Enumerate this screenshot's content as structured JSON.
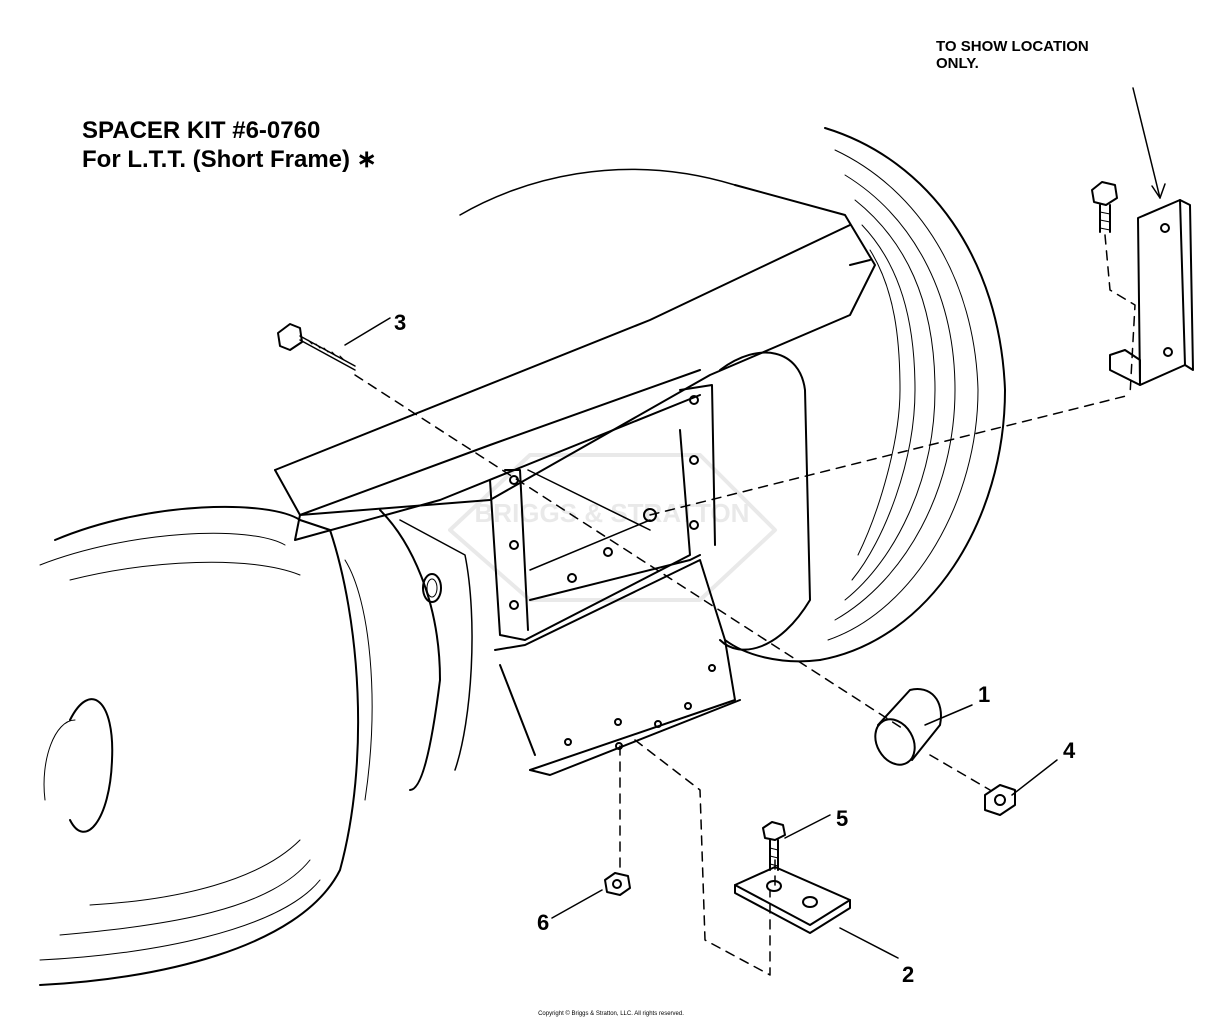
{
  "title": {
    "line1": "SPACER KIT #6-0760",
    "line2": "For L.T.T. (Short Frame) ∗"
  },
  "note": {
    "line1": "TO SHOW LOCATION",
    "line2": "ONLY."
  },
  "watermark": "BRIGGS & STRATTON",
  "callouts": [
    "1",
    "2",
    "3",
    "4",
    "5",
    "6"
  ],
  "copyright": "Copyright © Briggs & Stratton, LLC. All rights reserved."
}
